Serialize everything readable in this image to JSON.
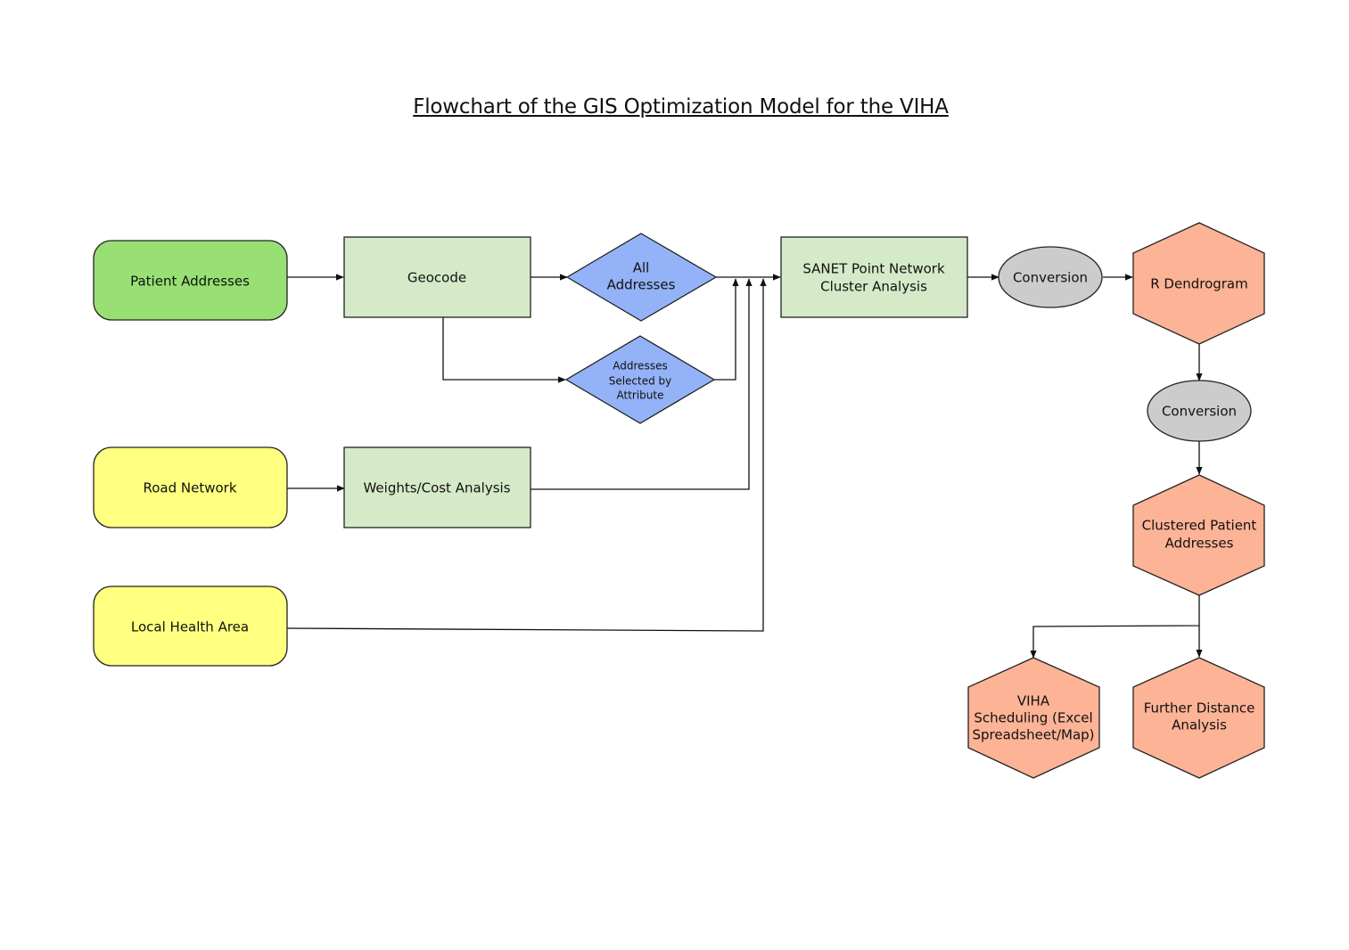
{
  "title": "Flowchart of the GIS Optimization Model for the VIHA",
  "colors": {
    "input_green": "#98e073",
    "input_yellow": "#ffff80",
    "process_green": "#d5eac8",
    "decision_blue": "#94b2f7",
    "conversion_gray": "#cccccc",
    "output_salmon": "#fdb396",
    "stroke": "#222222"
  },
  "nodes": {
    "patient_addresses": {
      "label": [
        "Patient Addresses"
      ],
      "type": "input",
      "color": "#98e073"
    },
    "geocode": {
      "label": [
        "Geocode"
      ],
      "type": "process",
      "color": "#d5eac8"
    },
    "all_addresses": {
      "label": [
        "All",
        "Addresses"
      ],
      "type": "decision",
      "color": "#94b2f7"
    },
    "addresses_selected": {
      "label": [
        "Addresses",
        "Selected by",
        "Attribute"
      ],
      "type": "decision",
      "color": "#94b2f7"
    },
    "road_network": {
      "label": [
        "Road Network"
      ],
      "type": "input",
      "color": "#ffff80"
    },
    "weights_cost": {
      "label": [
        "Weights/Cost Analysis"
      ],
      "type": "process",
      "color": "#d5eac8"
    },
    "local_health_area": {
      "label": [
        "Local Health Area"
      ],
      "type": "input",
      "color": "#ffff80"
    },
    "sanet": {
      "label": [
        "SANET Point Network",
        "Cluster Analysis"
      ],
      "type": "process",
      "color": "#d5eac8"
    },
    "conversion_1": {
      "label": [
        "Conversion"
      ],
      "type": "conversion",
      "color": "#cccccc"
    },
    "r_dendrogram": {
      "label": [
        "R Dendrogram"
      ],
      "type": "output",
      "color": "#fdb396"
    },
    "conversion_2": {
      "label": [
        "Conversion"
      ],
      "type": "conversion",
      "color": "#cccccc"
    },
    "clustered_patient_addresses": {
      "label": [
        "Clustered Patient",
        "Addresses"
      ],
      "type": "output",
      "color": "#fdb396"
    },
    "viha_scheduling": {
      "label": [
        "VIHA",
        "Scheduling (Excel",
        "Spreadsheet/Map)"
      ],
      "type": "output",
      "color": "#fdb396"
    },
    "further_distance": {
      "label": [
        "Further Distance",
        "Analysis"
      ],
      "type": "output",
      "color": "#fdb396"
    }
  },
  "edges": [
    {
      "from": "patient_addresses",
      "to": "geocode"
    },
    {
      "from": "geocode",
      "to": "all_addresses"
    },
    {
      "from": "geocode",
      "to": "addresses_selected"
    },
    {
      "from": "all_addresses",
      "to": "sanet"
    },
    {
      "from": "addresses_selected",
      "to": "sanet"
    },
    {
      "from": "road_network",
      "to": "weights_cost"
    },
    {
      "from": "weights_cost",
      "to": "sanet"
    },
    {
      "from": "local_health_area",
      "to": "sanet"
    },
    {
      "from": "sanet",
      "to": "conversion_1"
    },
    {
      "from": "conversion_1",
      "to": "r_dendrogram"
    },
    {
      "from": "r_dendrogram",
      "to": "conversion_2"
    },
    {
      "from": "conversion_2",
      "to": "clustered_patient_addresses"
    },
    {
      "from": "clustered_patient_addresses",
      "to": "viha_scheduling"
    },
    {
      "from": "clustered_patient_addresses",
      "to": "further_distance"
    }
  ]
}
